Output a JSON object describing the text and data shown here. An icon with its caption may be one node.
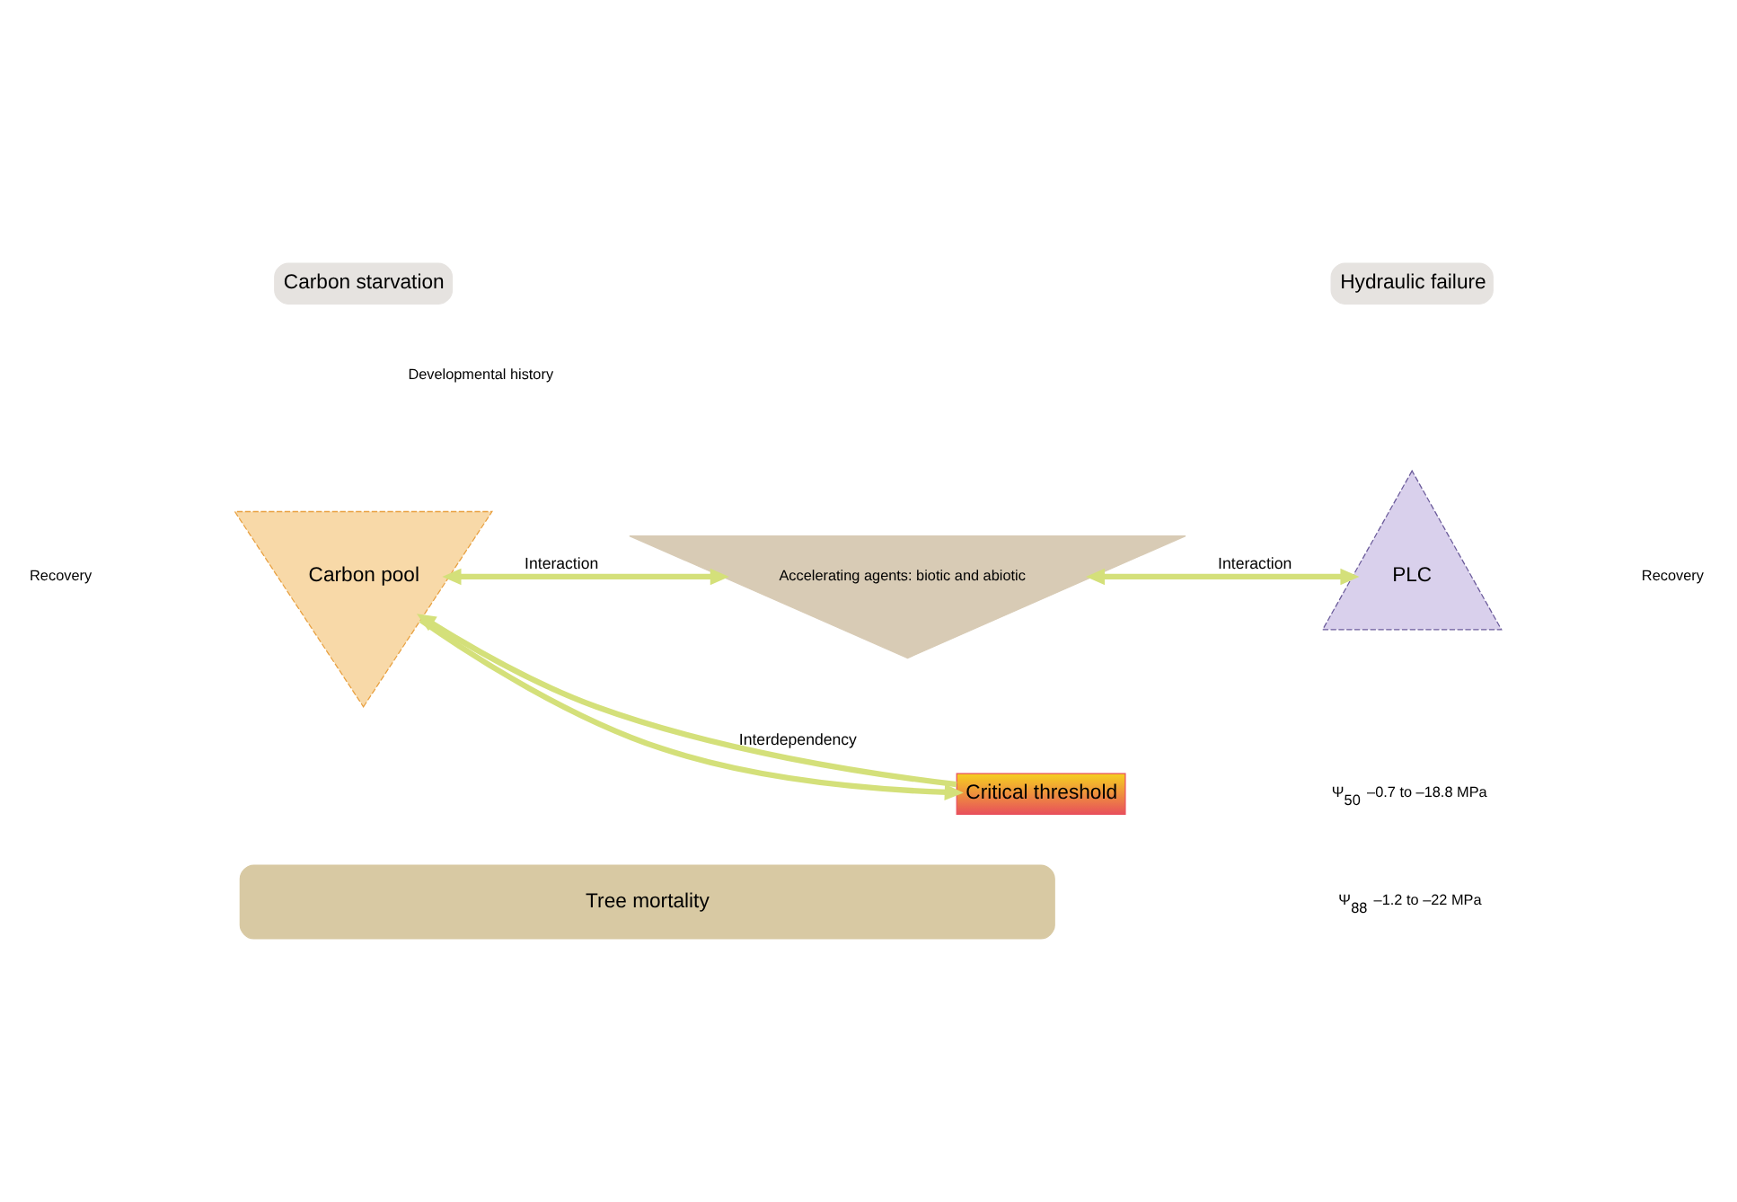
{
  "diagram": {
    "nodes": [
      {
        "text": [
          "Carbon starvation"
        ]
      },
      {
        "text": [
          "Hydraulic failure"
        ]
      },
      {
        "text": [
          "Carbon pool"
        ]
      },
      {
        "text": [
          "Accelerating agents: biotic and abiotic"
        ]
      },
      {
        "text": [
          "PLC"
        ]
      },
      {
        "text": [
          "Critical threshold"
        ]
      },
      {
        "text": [
          "Tree mortality"
        ]
      }
    ],
    "edges": [
      {
        "from": 2,
        "to": 3,
        "arrow": "both",
        "label": "Interaction"
      },
      {
        "from": 3,
        "to": 4,
        "arrow": "both",
        "label": "Interaction"
      },
      {
        "from": 5,
        "to": 2,
        "arrow": "to",
        "label": "Interdependency"
      },
      {
        "from": 2,
        "to": 5,
        "arrow": "to"
      }
    ],
    "labels": [
      "Developmental history",
      "Recovery",
      "Recovery",
      "Ψ$_{50}$ –0.7 to –18.8 MPa",
      "Ψ$_{88}$ –1.2 to –22 MPa"
    ]
  }
}
